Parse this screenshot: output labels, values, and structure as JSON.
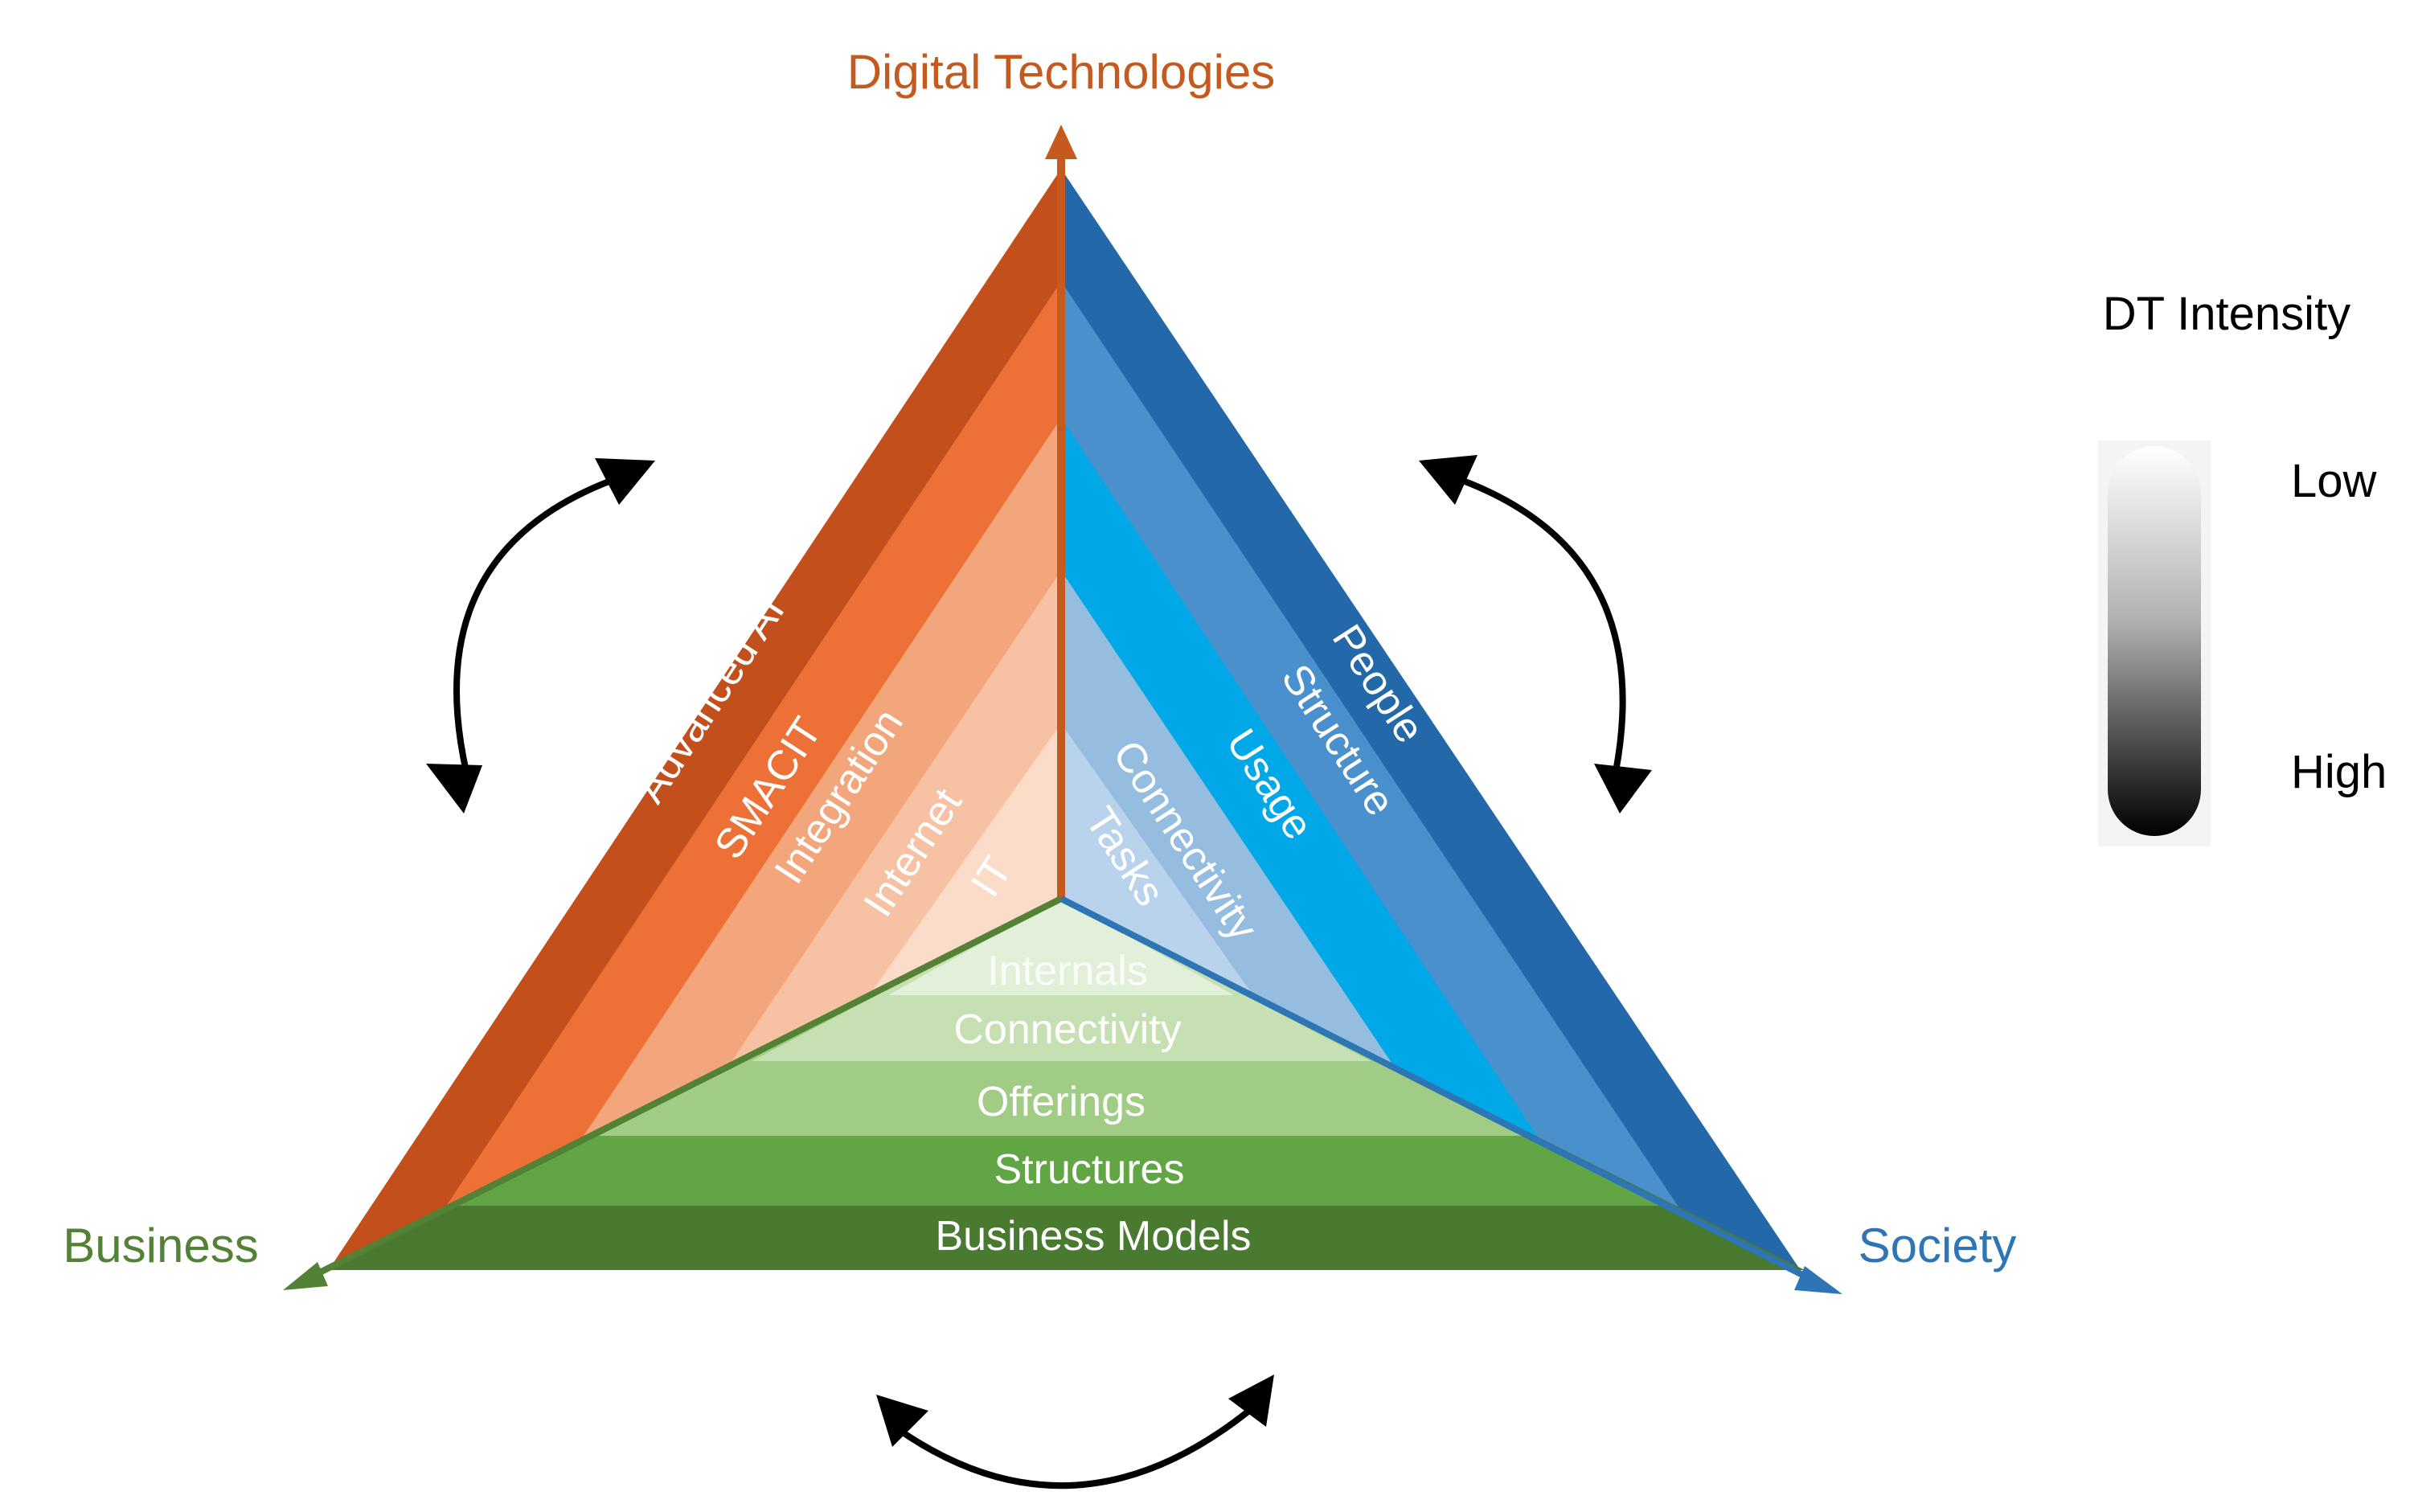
{
  "axes": {
    "digital_technologies": {
      "label": "Digital Technologies",
      "color": "#C55A1E"
    },
    "business": {
      "label": "Business",
      "color": "#538135"
    },
    "society": {
      "label": "Society",
      "color": "#2E75B6"
    }
  },
  "orange_layers": [
    {
      "label": "Advanced AI",
      "color": "#C24F1C"
    },
    {
      "label": "SMACIT",
      "color": "#ED7136"
    },
    {
      "label": "Integration",
      "color": "#F3A57B"
    },
    {
      "label": "Internet",
      "color": "#F7C2A3"
    },
    {
      "label": "IT",
      "color": "#FADCC8"
    }
  ],
  "blue_layers": [
    {
      "label": "People",
      "color": "#2368A8"
    },
    {
      "label": "Structure",
      "color": "#4A90CC"
    },
    {
      "label": "Usage",
      "color": "#00A8E8"
    },
    {
      "label": "Connectivity",
      "color": "#95BDE0"
    },
    {
      "label": "Tasks",
      "color": "#B9D3EC"
    }
  ],
  "green_layers": [
    {
      "label": "Business Models",
      "color": "#4A7A30"
    },
    {
      "label": "Structures",
      "color": "#62A544"
    },
    {
      "label": "Offerings",
      "color": "#A0CC85"
    },
    {
      "label": "Connectivity",
      "color": "#C6E0B4"
    },
    {
      "label": "Internals",
      "color": "#E2F0D9"
    }
  ],
  "legend": {
    "title": "DT Intensity",
    "low_label": "Low",
    "high_label": "High"
  }
}
